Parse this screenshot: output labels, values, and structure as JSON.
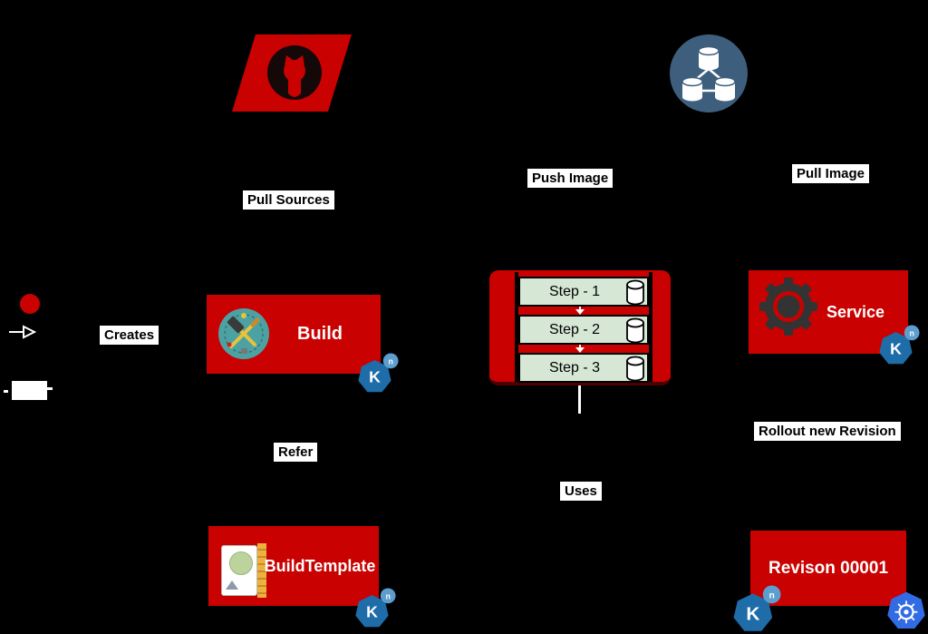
{
  "colors": {
    "background": "#000000",
    "node_red": "#C90100",
    "step_green": "#D6E8D5",
    "registry_blue": "#3D5F7D",
    "build_icon_teal": "#4CA2A2",
    "knative_badge_blue": "#1E6CA8",
    "knative_n_blue": "#5D9ECE",
    "kubernetes_blue": "#326CE5",
    "label_bg": "#FFFFFF",
    "label_text": "#000000"
  },
  "edge_labels": {
    "pull_sources": "Pull Sources",
    "push_image": "Push Image",
    "pull_image": "Pull Image",
    "creates": "Creates",
    "refer": "Refer",
    "uses": "Uses",
    "rollout_new_revision": "Rollout new Revision"
  },
  "nodes": {
    "build": {
      "label": "Build"
    },
    "service": {
      "label": "Service"
    },
    "build_template": {
      "label": "BuildTemplate"
    },
    "revision": {
      "label": "Revison 00001"
    }
  },
  "build_steps": [
    {
      "label": "Step - 1"
    },
    {
      "label": "Step - 2"
    },
    {
      "label": "Step - 3"
    }
  ],
  "badges": {
    "knative_k": "K",
    "knative_n": "n"
  },
  "icons": [
    "github-icon",
    "container-registry-icon",
    "user-icon",
    "build-tools-icon",
    "gear-icon",
    "build-template-icon",
    "knative-badge-icon",
    "kubernetes-icon",
    "step-cylinder-icon",
    "arrow-right-icon",
    "arrow-down-icon"
  ]
}
